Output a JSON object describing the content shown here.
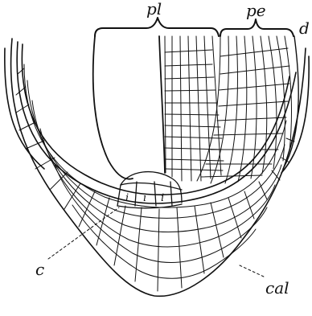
{
  "labels": {
    "pl": "pl",
    "pe": "pe",
    "d": "d",
    "i": "i",
    "c": "c",
    "cal": "cal"
  },
  "colors": {
    "ink": "#111111",
    "paper": "#ffffff"
  }
}
